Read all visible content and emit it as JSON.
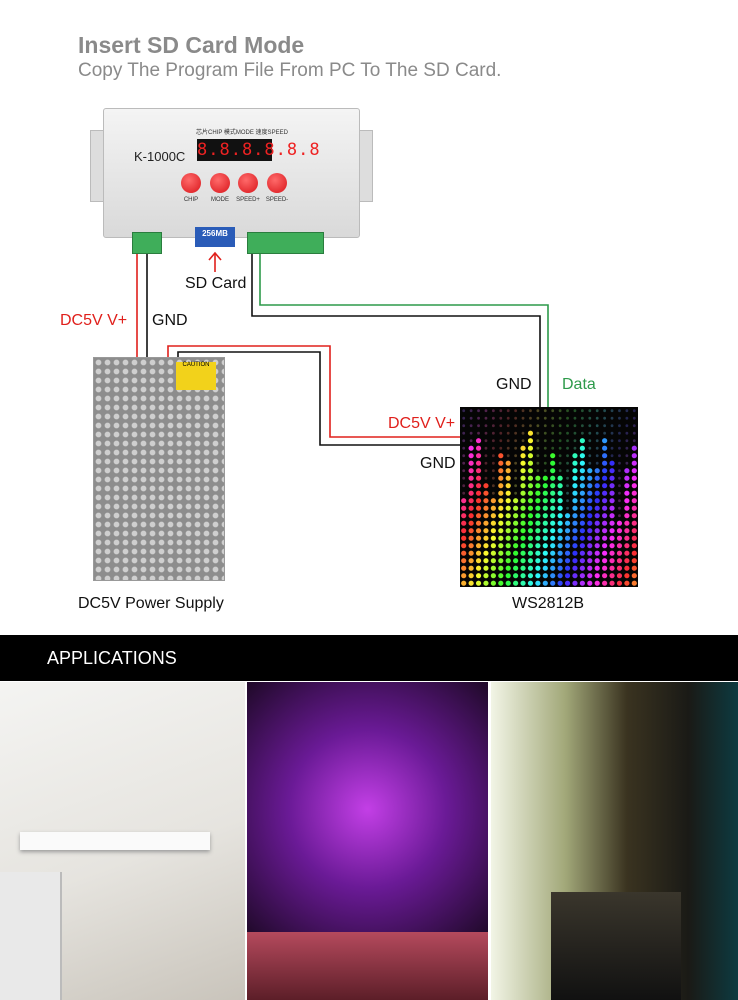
{
  "header": {
    "title": "Insert SD Card Mode",
    "subtitle": "Copy The Program File From PC To The SD Card."
  },
  "controller": {
    "model": "K-1000C",
    "display": "8.8.8.8.8.8",
    "panel_labels": "芯片CHIP 模式MODE 速度SPEED",
    "sd_slot": "256MB",
    "buttons": [
      "CHIP",
      "MODE",
      "SPEED+",
      "SPEED-"
    ]
  },
  "labels": {
    "sd_card": "SD Card",
    "dc5v_left": "DC5V V+",
    "gnd_left": "GND",
    "gnd_top": "GND",
    "data": "Data",
    "dc5v_right": "DC5V V+",
    "gnd_right": "GND",
    "power_supply": "DC5V Power Supply",
    "led_matrix": "WS2812B",
    "caution": "CAUTION"
  },
  "colors": {
    "wire_red": "#e0201c",
    "wire_black": "#111111",
    "wire_green": "#2d9a4a",
    "title_gray": "#8a8a8a"
  },
  "applications": {
    "heading": "APPLICATIONS"
  }
}
